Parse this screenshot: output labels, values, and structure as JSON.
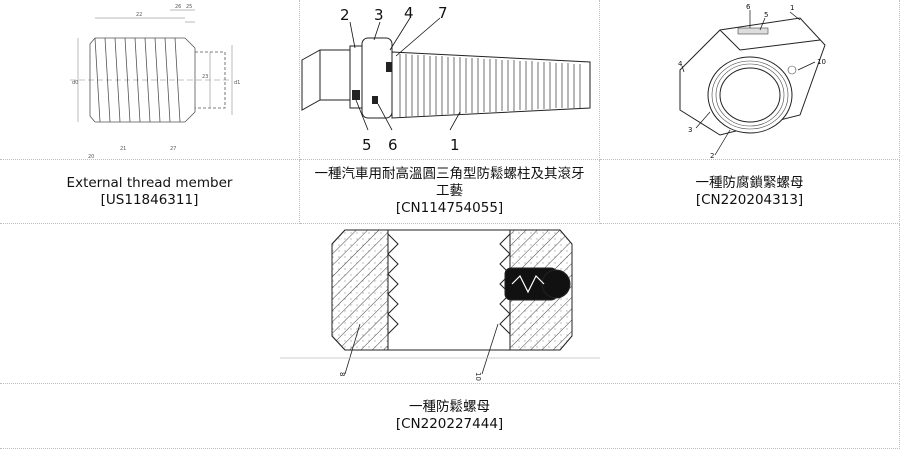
{
  "patents": [
    {
      "title": "External thread member",
      "id": "[US11846311]"
    },
    {
      "title": "一種汽車用耐高溫圓三角型防鬆螺柱及其滾牙工藝",
      "id": "[CN114754055]"
    },
    {
      "title": "一種防腐鎖緊螺母",
      "id": "[CN220204313]"
    },
    {
      "title": "一種防鬆螺母",
      "id": "[CN220227444]"
    }
  ],
  "figure_labels": {
    "bolt": [
      "2",
      "3",
      "4",
      "7",
      "5",
      "6",
      "1"
    ],
    "nut": [
      "6",
      "5",
      "1",
      "4",
      "10",
      "3",
      "2"
    ],
    "locknut": [
      "8",
      "10"
    ]
  }
}
